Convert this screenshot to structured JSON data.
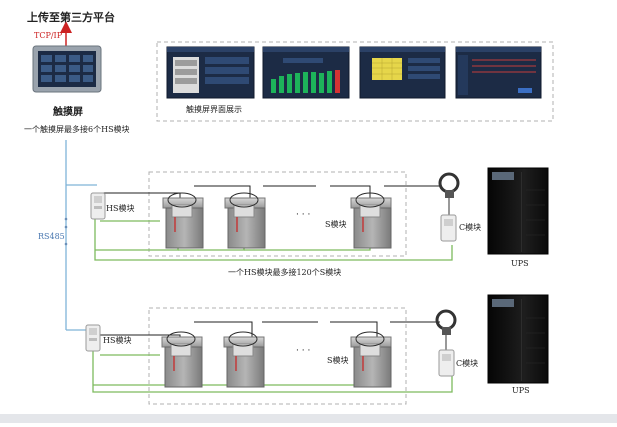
{
  "top": {
    "upload_label": "上传至第三方平台",
    "protocol_label": "TCP/IP",
    "touchscreen_title": "触摸屏",
    "touchscreen_note": "一个触摸屏最多接6个HS模块"
  },
  "screens_caption": "触摸屏界面展示",
  "bus_label": "RS485",
  "rows": [
    {
      "hs_label": "HS模块",
      "s_label": "S模块",
      "c_label": "C模块",
      "ups_label": "UPS",
      "ellipsis": "· · ·",
      "note": "一个HS模块最多接120个S模块"
    },
    {
      "hs_label": "HS模块",
      "s_label": "S模块",
      "c_label": "C模块",
      "ups_label": "UPS",
      "ellipsis": "· · ·"
    }
  ],
  "colors": {
    "wire_blue": "#7fb3d8",
    "wire_green": "#7dbb5e",
    "arrow_red": "#cc2222",
    "screen_dark": "#1c2b45"
  }
}
